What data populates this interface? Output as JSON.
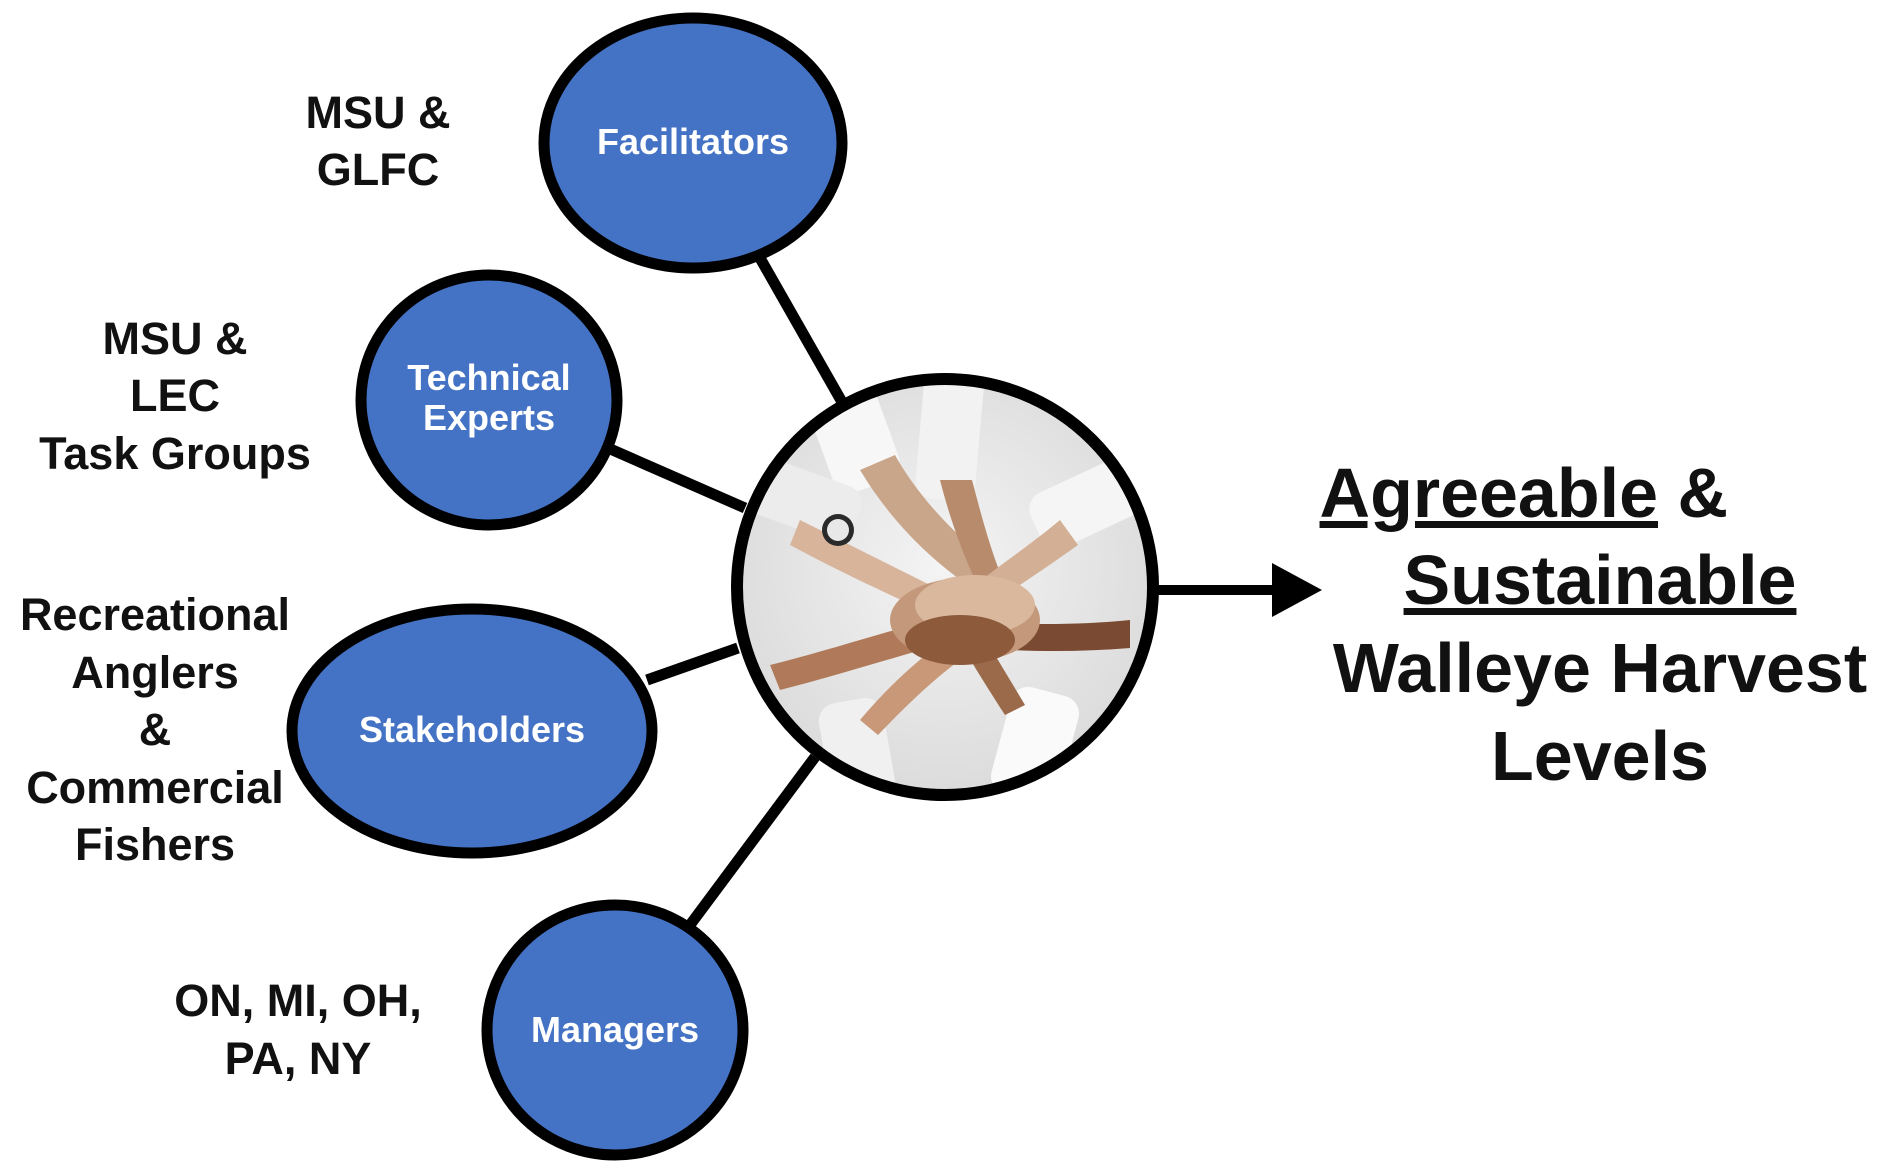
{
  "colors": {
    "node_fill": "#4472C4",
    "outline": "#000000",
    "node_text": "#ffffff",
    "body_text": "#111111"
  },
  "nodes": {
    "facilitators": {
      "title": "Facilitators",
      "members": [
        "MSU &",
        "GLFC"
      ]
    },
    "technical_experts": {
      "title": [
        "Technical",
        "Experts"
      ],
      "members": [
        "MSU &",
        "LEC",
        "Task Groups"
      ]
    },
    "stakeholders": {
      "title": "Stakeholders",
      "members": [
        "Recreational",
        "Anglers",
        "&",
        "Commercial",
        "Fishers"
      ]
    },
    "managers": {
      "title": "Managers",
      "members": [
        "ON, MI, OH,",
        "PA, NY"
      ]
    }
  },
  "center": {
    "image": "stacked-hands-photo"
  },
  "outcome": {
    "line1_underlined": "Agreeable",
    "line1_rest": " &",
    "line2_underlined": "Sustainable",
    "line3": "Walleye Harvest",
    "line4": "Levels"
  }
}
